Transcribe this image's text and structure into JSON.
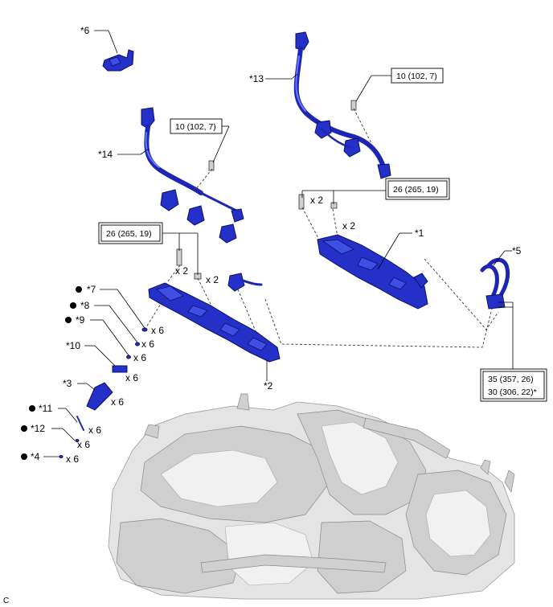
{
  "figure_code": "C",
  "callouts": {
    "p1": "*1",
    "p2": "*2",
    "p3": "*3",
    "p4": "*4",
    "p5": "*5",
    "p6": "*6",
    "p7": "*7",
    "p8": "*8",
    "p9": "*9",
    "p10": "*10",
    "p11": "*11",
    "p12": "*12",
    "p13": "*13",
    "p14": "*14"
  },
  "quantities": {
    "x2": "x 2",
    "x6": "x 6"
  },
  "non_reusable_marker": "●",
  "torque_specs": {
    "bolt_10": "10 (102, 7)",
    "bolt_26": "26 (265, 19)",
    "union_35": "35 (357, 26)",
    "union_30": "30 (306, 22)*"
  },
  "colors": {
    "part_blue": "#2430c8",
    "engine_gray": "#e4e4e4"
  }
}
